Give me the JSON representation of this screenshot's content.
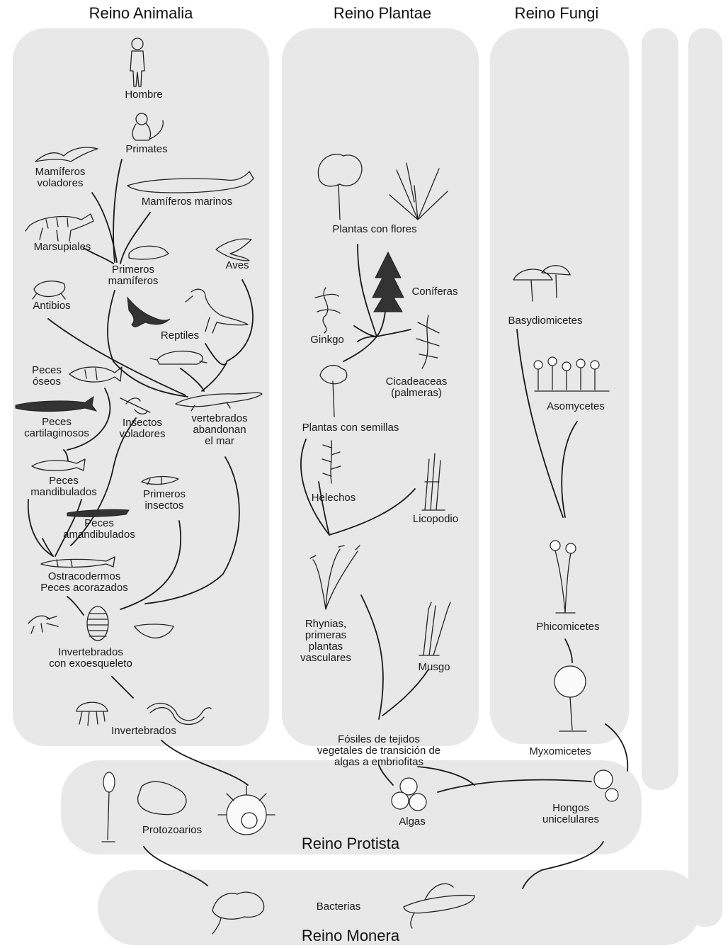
{
  "titles": {
    "animalia": "Reino Animalia",
    "plantae": "Reino Plantae",
    "fungi": "Reino Fungi",
    "protista": "Reino Protista",
    "monera": "Reino Monera"
  },
  "animalia": {
    "hombre": "Hombre",
    "primates": "Primates",
    "mamiferos_voladores": [
      "Mamíferos",
      "voladores"
    ],
    "mamiferos_marinos": "Mamíferos marinos",
    "marsupiales": "Marsupiales",
    "primeros_mamiferos": [
      "Primeros",
      "mamíferos"
    ],
    "aves": "Aves",
    "antibios": "Antibios",
    "reptiles": "Reptiles",
    "peces_oseos": [
      "Peces",
      "óseos"
    ],
    "peces_cartilaginosos": [
      "Peces",
      "cartilaginosos"
    ],
    "insectos_voladores": [
      "Insectos",
      "voladores"
    ],
    "vertebrados_mar": [
      "vertebrados",
      "abandonan",
      "el mar"
    ],
    "peces_mandibulados": [
      "Peces",
      "mandibulados"
    ],
    "primeros_insectos": [
      "Primeros",
      "insectos"
    ],
    "peces_amandibulados": [
      "Peces",
      "amandibulados"
    ],
    "ostracodermos": [
      "Ostracodermos",
      "Peces acorazados"
    ],
    "invertebrados_exo": [
      "Invertebrados",
      "con exoesqueleto"
    ],
    "invertebrados": "Invertebrados"
  },
  "plantae": {
    "plantas_flores": "Plantas con flores",
    "coniferas": "Coníferas",
    "ginkgo": "Ginkgo",
    "cicadeaceas": [
      "Cicadeaceas",
      "(palmeras)"
    ],
    "plantas_semillas": "Plantas con semillas",
    "helechos": "Helechos",
    "licopodio": "Licopodio",
    "rhynias": [
      "Rhynias,",
      "primeras",
      "plantas",
      "vasculares"
    ],
    "musgo": "Musgo",
    "fosiles": [
      "Fósiles de tejidos",
      "vegetales de transición de",
      "algas a embriofitas"
    ]
  },
  "fungi": {
    "basydiomicetes": "Basydiomicetes",
    "asomycetes": "Asomycetes",
    "phicomicetes": "Phicomicetes",
    "myxomicetes": "Myxomicetes"
  },
  "protista": {
    "protozoarios": "Protozoarios",
    "algas": "Algas",
    "hongos_unicelulares": [
      "Hongos",
      "unicelulares"
    ]
  },
  "monera": {
    "bacterias": "Bacterias"
  }
}
